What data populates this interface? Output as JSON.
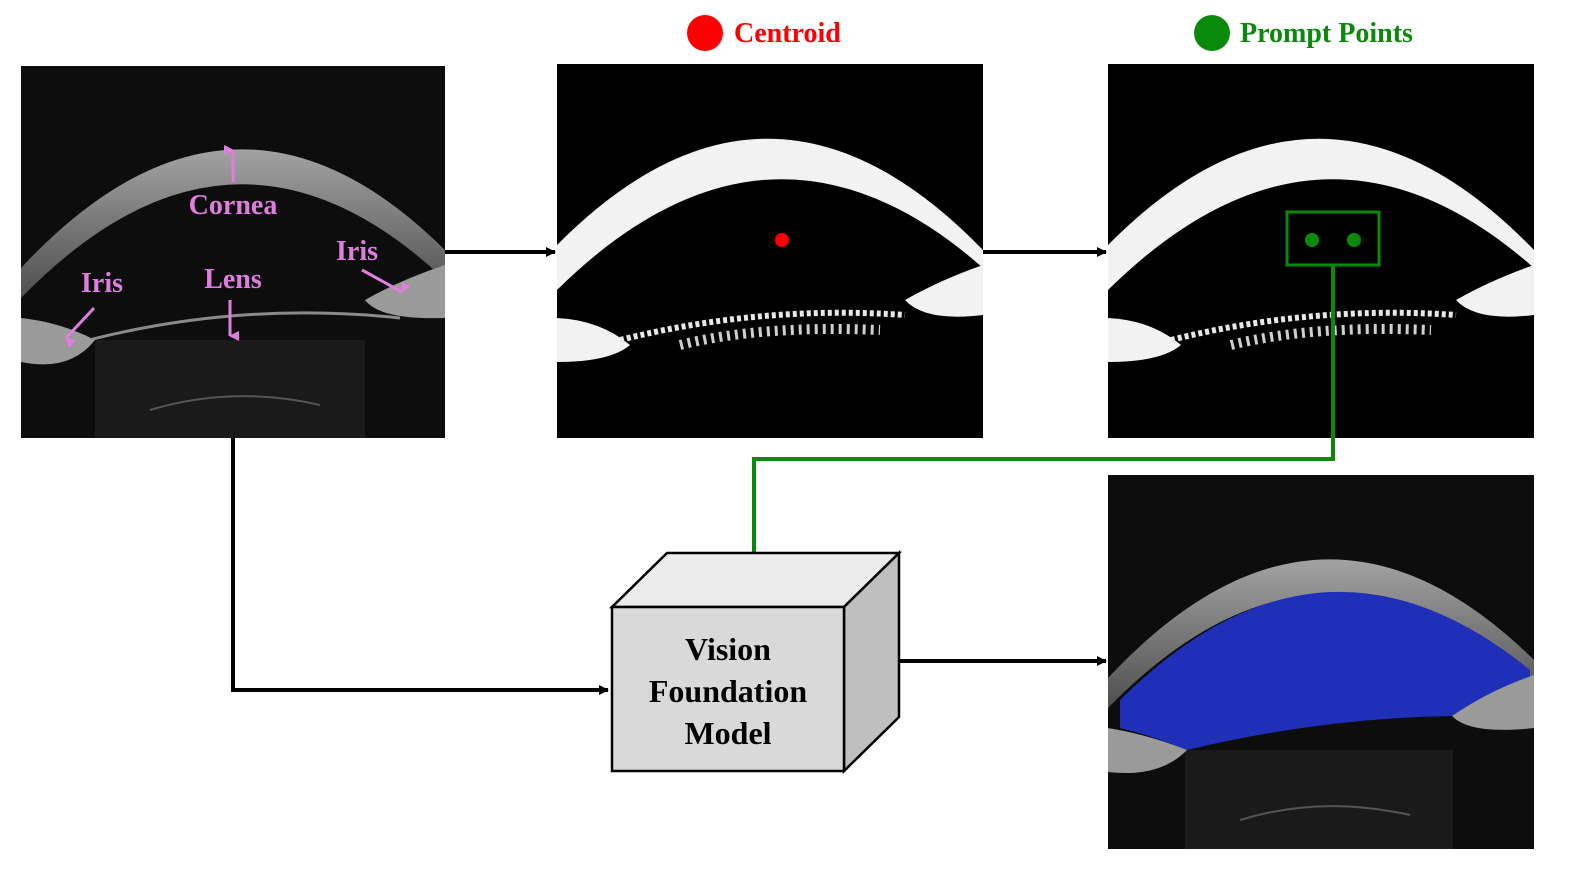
{
  "legend": {
    "centroid_label": "Centroid",
    "centroid_color": "#ff0000",
    "prompt_label": "Prompt Points",
    "prompt_color": "#0a8a0a"
  },
  "anatomy": {
    "cornea": "Cornea",
    "iris_left": "Iris",
    "iris_right": "Iris",
    "lens": "Lens",
    "label_color": "#e07ee0"
  },
  "model": {
    "line1": "Vision",
    "line2": "Foundation",
    "line3": "Model"
  },
  "colors": {
    "segmentation_mask": "#1f2fb8",
    "arrow": "#000000",
    "prompt_path": "#0a8a0a",
    "box_front": "#d9d9d9",
    "box_top": "#ececec",
    "box_side": "#bfbfbf"
  }
}
